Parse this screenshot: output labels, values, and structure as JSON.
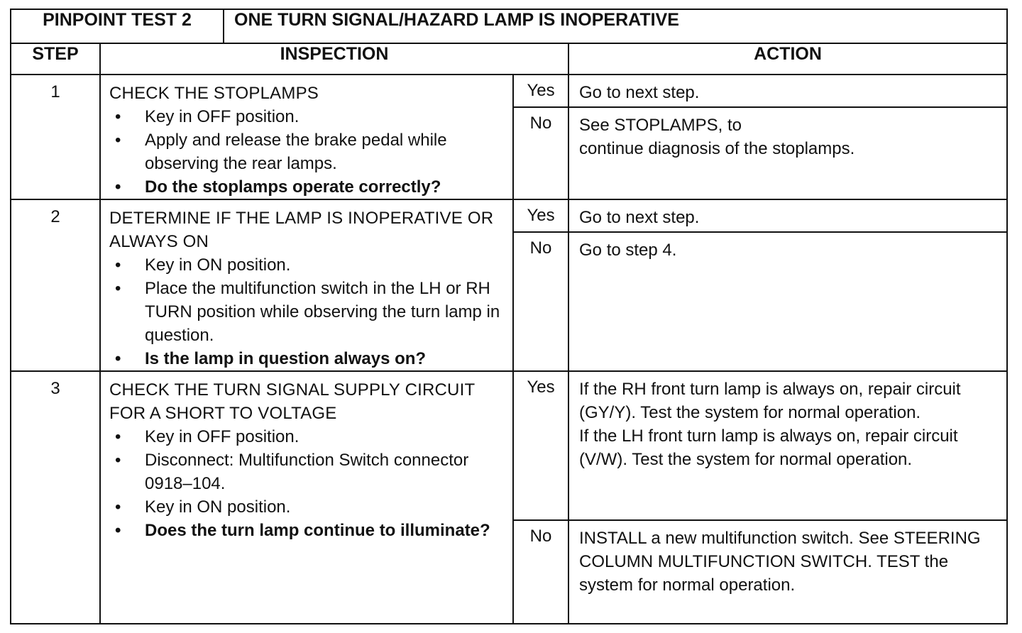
{
  "header": {
    "test_id": "PINPOINT TEST 2",
    "title": "ONE TURN SIGNAL/HAZARD LAMP IS INOPERATIVE"
  },
  "columns": {
    "step": "STEP",
    "inspection": "INSPECTION",
    "action": "ACTION"
  },
  "answers": {
    "yes": "Yes",
    "no": "No"
  },
  "steps": [
    {
      "number": "1",
      "heading": "CHECK THE STOPLAMPS",
      "bullets": [
        "Key in OFF position.",
        "Apply and release the brake pedal while observing the rear lamps."
      ],
      "question": "Do the stoplamps operate correctly?",
      "yes_action": [
        "Go to next step."
      ],
      "no_action": [
        "See STOPLAMPS, to",
        "continue diagnosis of the stoplamps."
      ]
    },
    {
      "number": "2",
      "heading": "DETERMINE IF THE LAMP IS INOPERATIVE OR ALWAYS ON",
      "bullets": [
        "Key in ON position.",
        "Place the multifunction switch in the LH or RH TURN position while observing the turn lamp in question."
      ],
      "question": "Is the lamp in question always on?",
      "yes_action": [
        "Go to next step."
      ],
      "no_action": [
        "Go to step 4."
      ]
    },
    {
      "number": "3",
      "heading": "CHECK THE TURN SIGNAL SUPPLY CIRCUIT FOR A SHORT TO VOLTAGE",
      "bullets": [
        "Key in OFF position.",
        "Disconnect: Multifunction Switch connector 0918–104.",
        "Key in ON position."
      ],
      "question": "Does the turn lamp continue to illuminate?",
      "yes_action": [
        "If the RH front turn lamp is always on, repair circuit (GY/Y). Test the system for normal operation.",
        "If the LH front turn lamp is always on, repair circuit (V/W). Test the system for normal operation."
      ],
      "no_action": [
        "INSTALL a new multifunction switch. See STEERING COLUMN MULTIFUNCTION SWITCH. TEST the system for normal operation."
      ]
    }
  ]
}
